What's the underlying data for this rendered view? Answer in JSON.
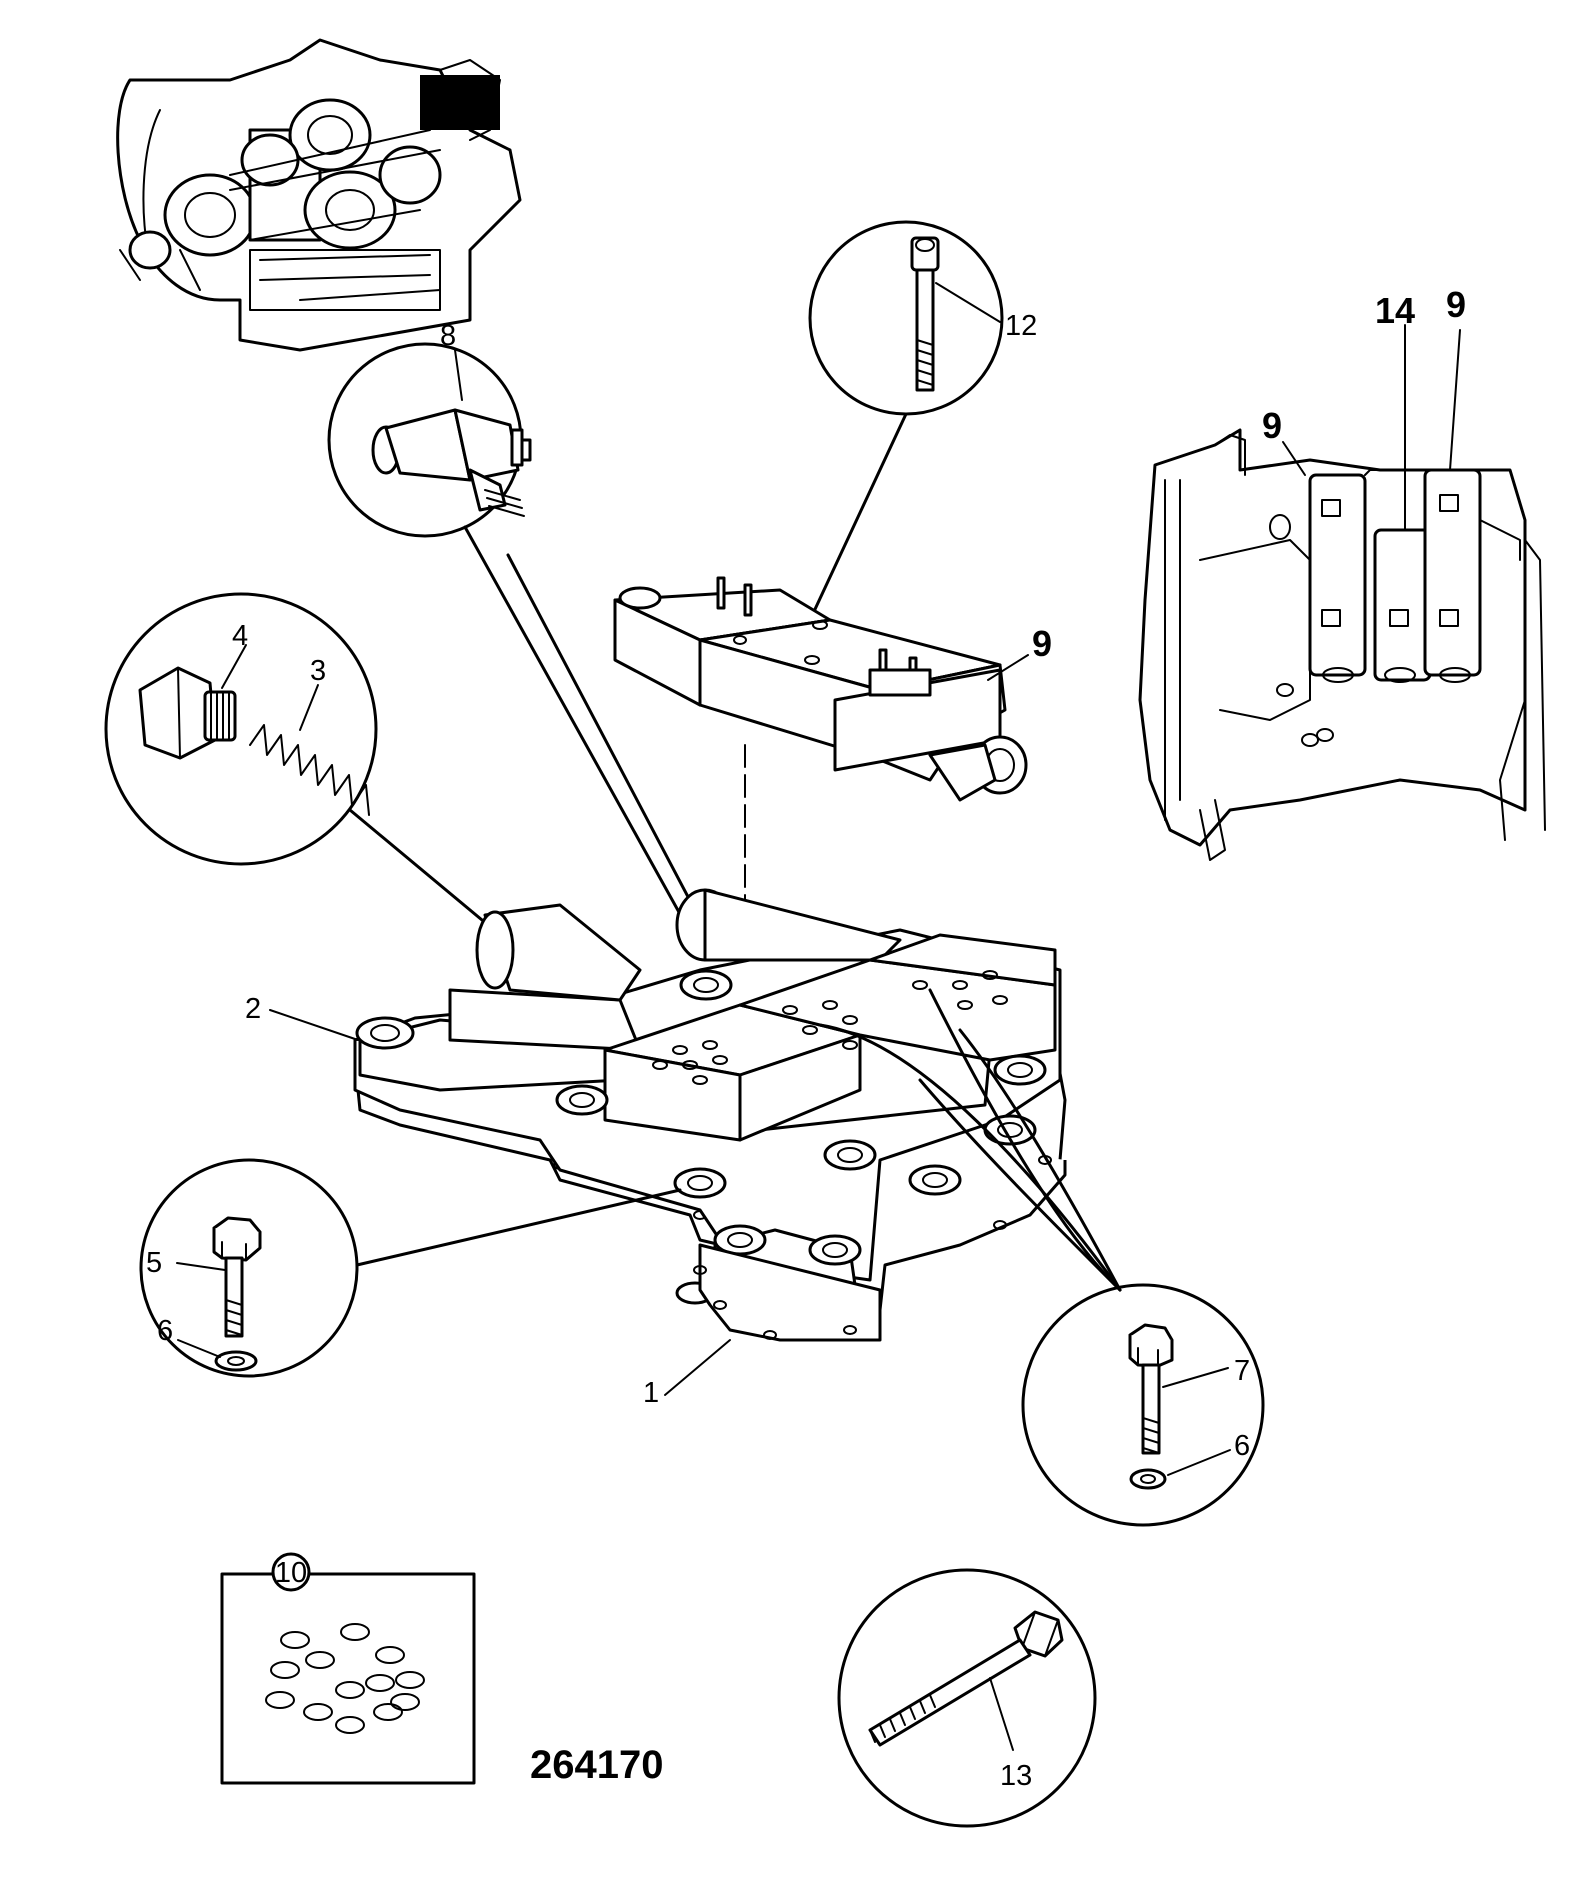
{
  "diagram": {
    "reference_number": "264170",
    "callouts": {
      "c1": "1",
      "c2": "2",
      "c3": "3",
      "c4": "4",
      "c5": "5",
      "c6a": "6",
      "c6b": "6",
      "c7": "7",
      "c8": "8",
      "c9_main": "9",
      "c9_inset_left": "9",
      "c9_inset_right": "9",
      "c10": "10",
      "c12": "12",
      "c13": "13",
      "c14": "14"
    }
  }
}
